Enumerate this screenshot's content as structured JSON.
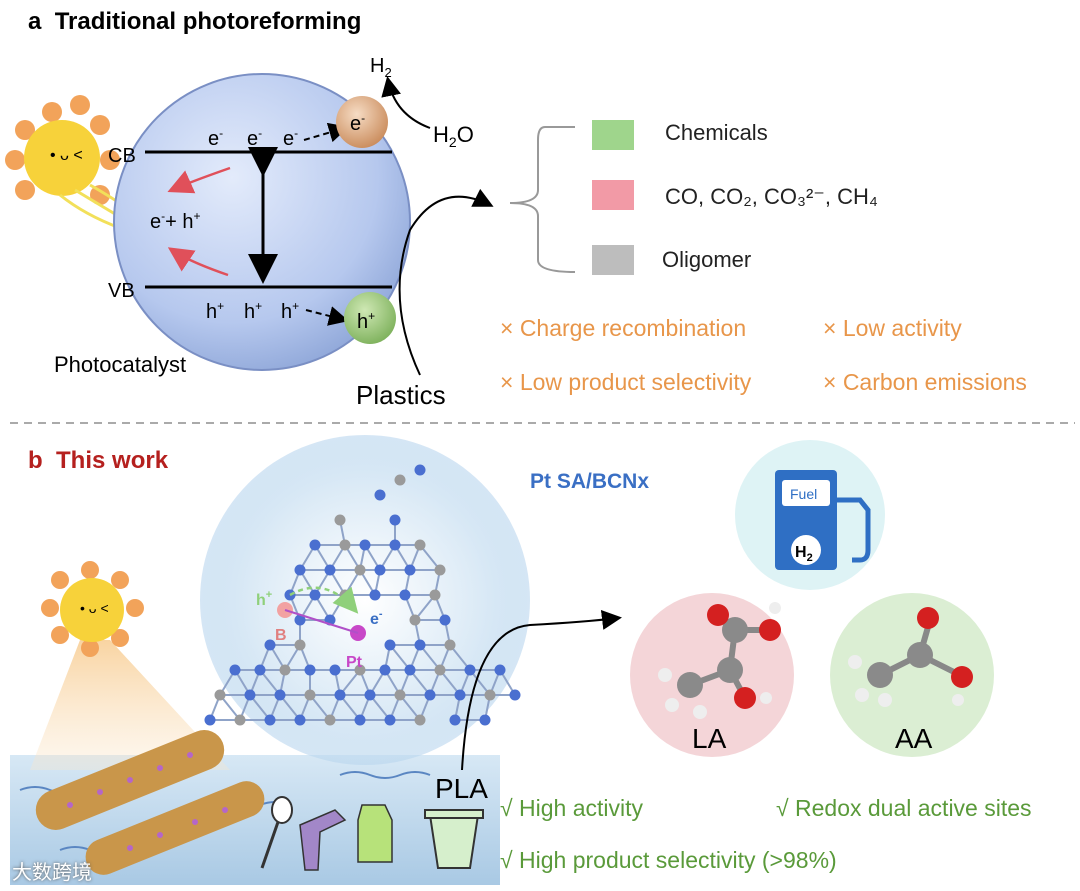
{
  "panel_a": {
    "letter": "a",
    "title": "Traditional photoreforming",
    "cb": "CB",
    "vb": "VB",
    "photocatalyst": "Photocatalyst",
    "plastics": "Plastics",
    "legend": [
      {
        "label": "Chemicals",
        "color": "#9fd58c"
      },
      {
        "label": "CO, CO₂, CO₃²⁻, CH₄",
        "color": "#f29aa6"
      },
      {
        "label": "Oligomer",
        "color": "#bdbdbd"
      }
    ],
    "drawbacks": [
      "× Charge recombination",
      "× Low activity",
      "× Low product selectivity",
      "× Carbon emissions"
    ]
  },
  "panel_b": {
    "letter": "b",
    "title": "This work",
    "catalyst": "Pt SA/BCNx",
    "h_plus": "h⁺",
    "e_minus": "e⁻",
    "boron": "B",
    "platinum": "Pt",
    "fuel": "Fuel",
    "h2": "H₂",
    "la": "LA",
    "aa": "AA",
    "pla": "PLA",
    "advantages": [
      "√ High activity",
      "√ Redox dual active sites",
      "√ High product selectivity (>98%)"
    ]
  },
  "watermark": "大数跨境",
  "colors": {
    "title_red": "#b5201e",
    "drawback_orange": "#e8964a",
    "advantage_green": "#5a9a3a",
    "catalyst_blue": "#3a6fc4"
  }
}
